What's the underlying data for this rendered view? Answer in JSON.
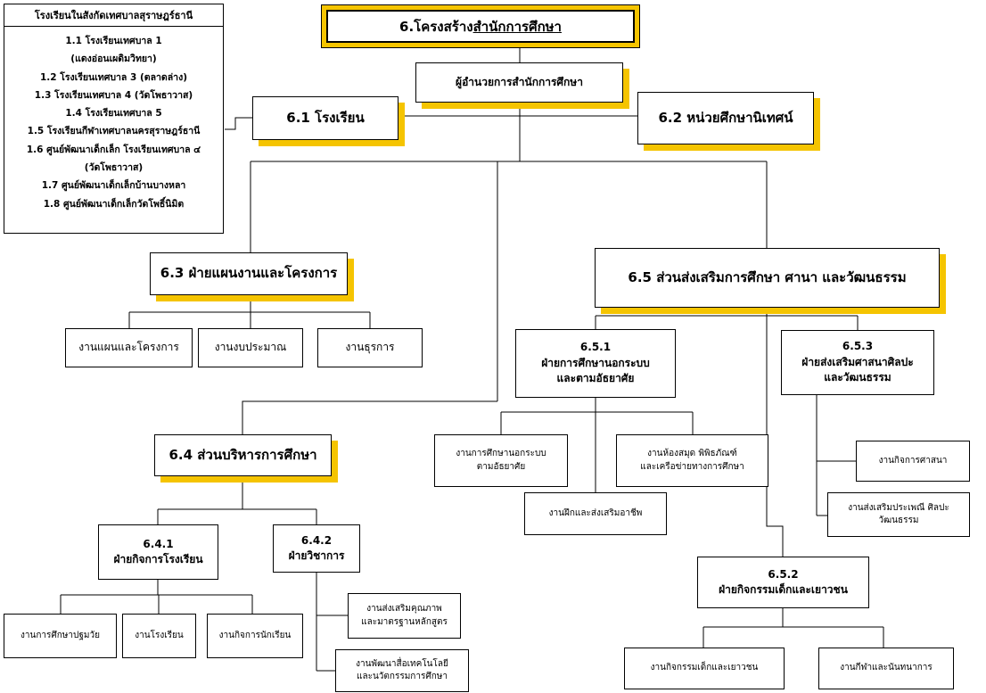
{
  "title": {
    "prefix": "6.โครงสร้าง",
    "underlined": "สำนักการศึกษา"
  },
  "director": "ผู้อำนวยการสำนักการศึกษา",
  "schools_legend": {
    "title": "โรงเรียนในสังกัดเทศบาลสุราษฎร์ธานี",
    "items": [
      "1.1 โรงเรียนเทศบาล 1",
      "(แดงอ่อนเผดิมวิทยา)",
      "1.2 โรงเรียนเทศบาล 3 (ตลาดล่าง)",
      "1.3 โรงเรียนเทศบาล 4 (วัดโพธาวาส)",
      "1.4 โรงเรียนเทศบาล 5",
      "1.5 โรงเรียนกีฬาเทศบาลนครสุราษฎร์ธานี",
      "1.6 ศูนย์พัฒนาเด็กเล็ก โรงเรียนเทศบาล ๔",
      "(วัดโพธาวาส)",
      "1.7 ศูนย์พัฒนาเด็กเล็กบ้านบางหลา",
      "1.8 ศูนย์พัฒนาเด็กเล็กวัดโพธิ์นิมิต"
    ]
  },
  "units": {
    "u61": "6.1 โรงเรียน",
    "u62": "6.2 หน่วยศึกษานิเทศน์",
    "u63": "6.3 ฝ่ายแผนงานและโครงการ",
    "u64": "6.4 ส่วนบริหารการศึกษา",
    "u65": "6.5 ส่วนส่งเสริมการศึกษา ศานา และวัฒนธรรม"
  },
  "plan_tasks": [
    "งานแผนและโครงการ",
    "งานงบประมาณ",
    "งานธุรการ"
  ],
  "admin": {
    "d641": {
      "code": "6.4.1",
      "name": "ฝ่ายกิจการโรงเรียน"
    },
    "d642": {
      "code": "6.4.2",
      "name": "ฝ่ายวิชาการ"
    },
    "d641_tasks": [
      "งานการศึกษาปฐมวัย",
      "งานโรงเรียน",
      "งานกิจการนักเรียน"
    ],
    "d642_tasks": [
      {
        "l1": "งานส่งเสริมคุณภาพ",
        "l2": "และมาตรฐานหลักสูตร"
      },
      {
        "l1": "งานพัฒนาสื่อเทคโนโลยี",
        "l2": "และนวัตกรรมการศึกษา"
      }
    ]
  },
  "promo": {
    "d651": {
      "code": "6.5.1",
      "l1": "ฝ่ายการศึกษานอกระบบ",
      "l2": "และตามอัธยาศัย"
    },
    "d651_tasks": {
      "nonformal": {
        "l1": "งานการศึกษานอกระบบ",
        "l2": "ตามอัธยาศัย"
      },
      "library": {
        "l1": "งานห้องสมุด พิพิธภัณฑ์",
        "l2": "และเครือข่ายทางการศึกษา"
      },
      "vocational": "งานฝึกและส่งเสริมอาชีพ"
    },
    "d653": {
      "code": "6.5.3",
      "l1": "ฝ่ายส่งเสริมศาสนาศิลปะ",
      "l2": "และวัฒนธรรม"
    },
    "d653_tasks": {
      "religion": "งานกิจการศาสนา",
      "tradition": {
        "l1": "งานส่งเสริมประเพณี ศิลปะ",
        "l2": "วัฒนธรรม"
      }
    },
    "d652": {
      "code": "6.5.2",
      "name": "ฝ่ายกิจกรรมเด็กและเยาวชน"
    },
    "d652_tasks": [
      "งานกิจกรรมเด็กและเยาวชน",
      "งานกีฬาและนันทนาการ"
    ]
  },
  "colors": {
    "shadow": "#f5c400",
    "line": "#000000",
    "box_bg": "#ffffff"
  }
}
